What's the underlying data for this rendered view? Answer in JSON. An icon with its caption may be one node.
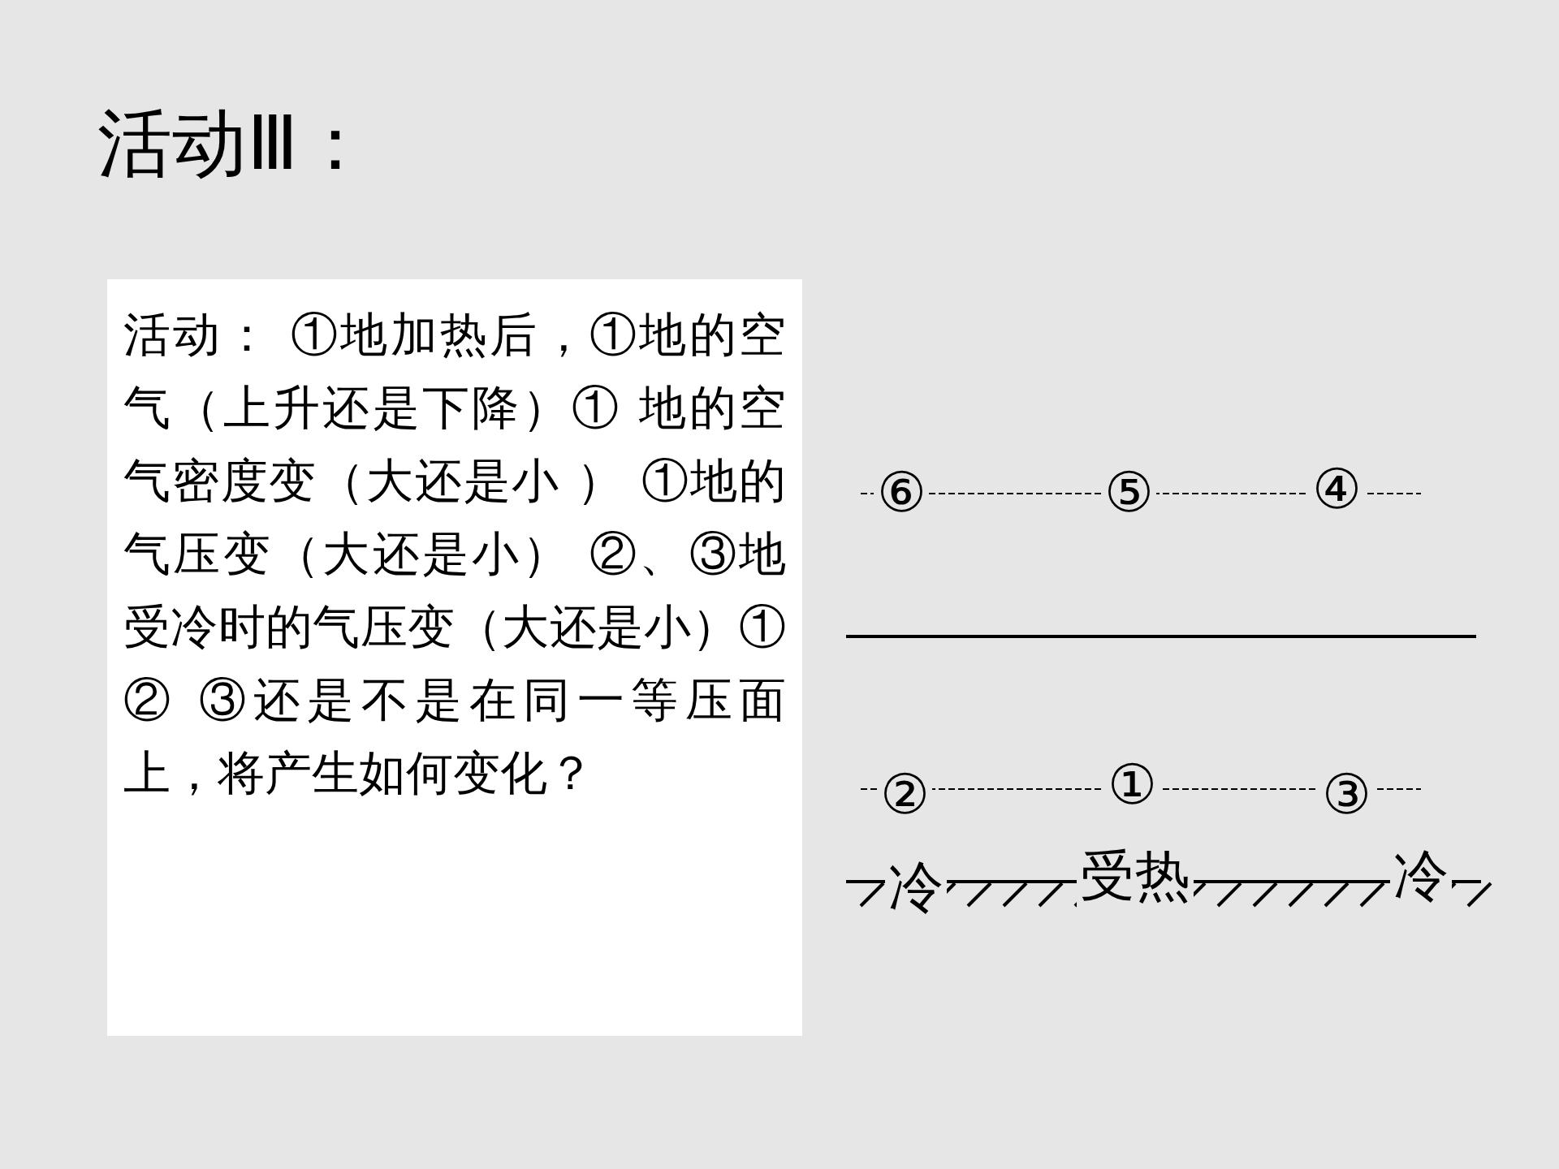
{
  "diagram": {
    "title": "活动Ⅲ：",
    "nodes": [
      {
        "text": [
          "活动： ①地加热后，①地的空气（上升还是下降）① 地的空气密度变（大还是小 ） ①地的气压变（大还是小） ②、③地受冷时的气压变（大还是小）① ② ③还是不是在同一等压面上，将产生如何变化？"
        ]
      }
    ],
    "labels": [
      "⑥",
      "⑤",
      "④",
      "②",
      "①",
      "③",
      "冷",
      "受热",
      "冷"
    ]
  }
}
